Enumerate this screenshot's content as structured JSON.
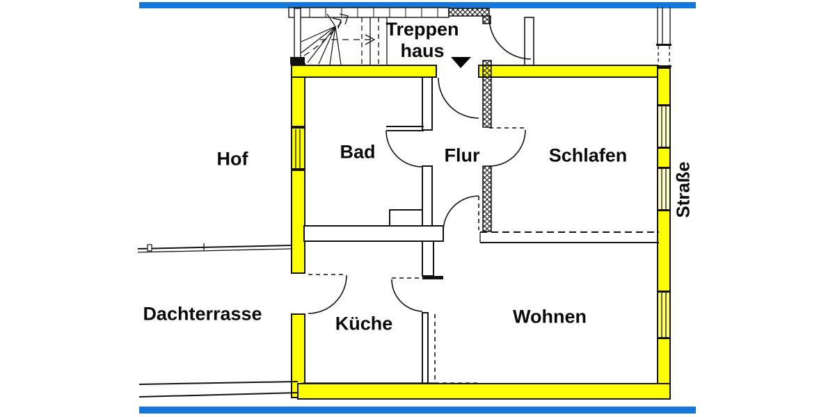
{
  "colors": {
    "background": "#ffffff",
    "street_bar": "#1577d9",
    "wall_highlight": "#ffff00",
    "window_light": "#ffffc8",
    "window_tinted": "#ffff70",
    "wall_line": "#111111"
  },
  "labels": {
    "stairwell": {
      "line1": "Treppen",
      "line2": "haus"
    },
    "courtyard": "Hof",
    "bathroom": "Bad",
    "hallway": "Flur",
    "bedroom": "Schlafen",
    "street": "Straße",
    "roof_terrace": "Dachterrasse",
    "kitchen": "Küche",
    "living_room": "Wohnen"
  },
  "icons": {
    "entrance_marker": "filled-triangle-down"
  }
}
